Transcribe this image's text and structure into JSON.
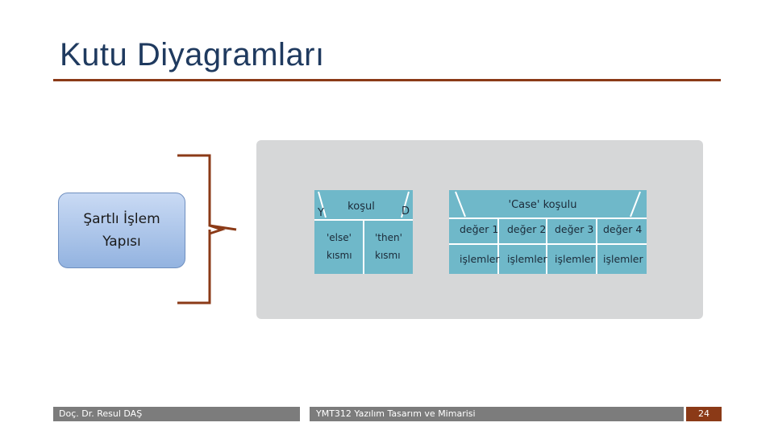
{
  "slide": {
    "title": "Kutu Diyagramları",
    "accent_color": "#8b3a17",
    "title_color": "#1f3a5f"
  },
  "concept": {
    "line1": "Şartlı İşlem",
    "line2": "Yapısı"
  },
  "if_block": {
    "condition": "koşul",
    "no_label": "Y",
    "yes_label": "D",
    "else_line1": "'else'",
    "else_line2": "kısmı",
    "then_line1": "'then'",
    "then_line2": "kısmı"
  },
  "case_block": {
    "condition": "'Case' koşulu",
    "values": [
      "değer 1",
      "değer 2",
      "değer 3",
      "değer 4"
    ],
    "actions": [
      "işlemler",
      "işlemler",
      "işlemler",
      "işlemler"
    ],
    "fill_color": "#6fb8c9"
  },
  "footer": {
    "author": "Doç. Dr. Resul DAŞ",
    "course": "YMT312 Yazılım Tasarım ve Mimarisi",
    "page": "24"
  }
}
